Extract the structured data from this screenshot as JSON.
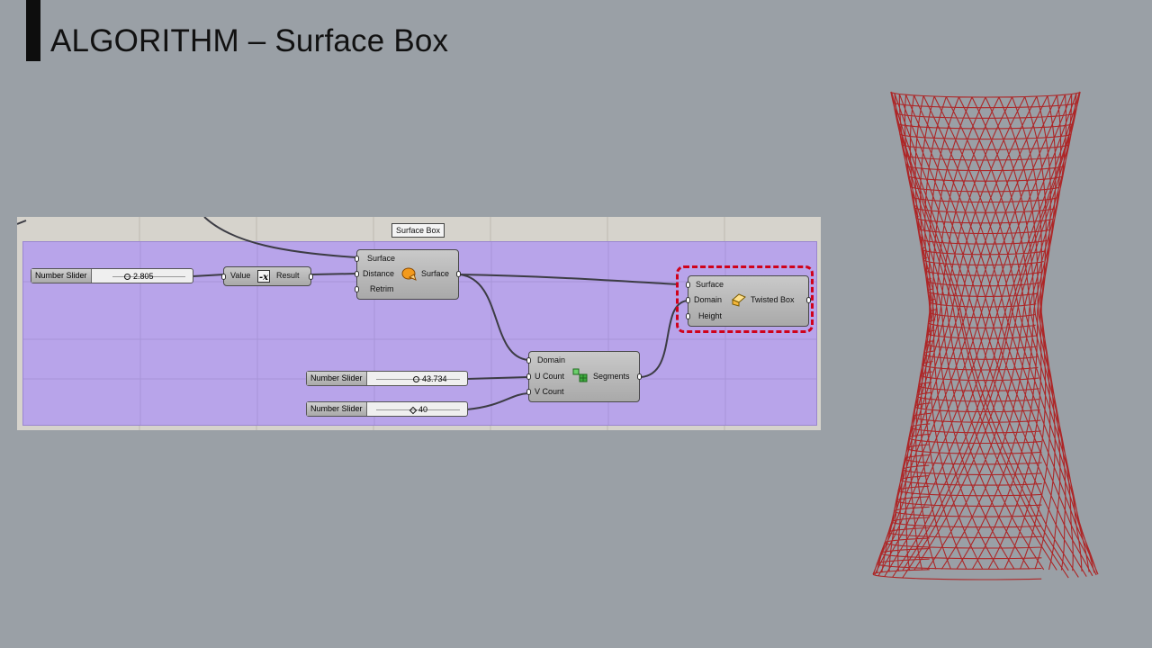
{
  "slide": {
    "title": "ALGORITHM – Surface Box"
  },
  "group": {
    "label": "Surface Box"
  },
  "sliders": [
    {
      "name": "Number Slider",
      "value": "2.805"
    },
    {
      "name": "Number Slider",
      "value": "43.734"
    },
    {
      "name": "Number Slider",
      "value": "40"
    }
  ],
  "value_node": {
    "input": "Value",
    "icon": "expression-x-icon",
    "output": "Result"
  },
  "offset_node": {
    "inputs": [
      "Surface",
      "Distance",
      "Retrim"
    ],
    "output": "Surface",
    "icon": "offset-surface-icon"
  },
  "divide_node": {
    "inputs": [
      "Domain",
      "U Count",
      "V Count"
    ],
    "output": "Segments",
    "icon": "divide-domain-grid-icon"
  },
  "box_node": {
    "inputs": [
      "Surface",
      "Domain",
      "Height"
    ],
    "output": "Twisted Box",
    "icon": "surface-box-icon"
  },
  "colors": {
    "group": "#b8a4ea",
    "highlight": "#d0021b",
    "mesh": "#b01010",
    "background": "#9aa0a6"
  }
}
